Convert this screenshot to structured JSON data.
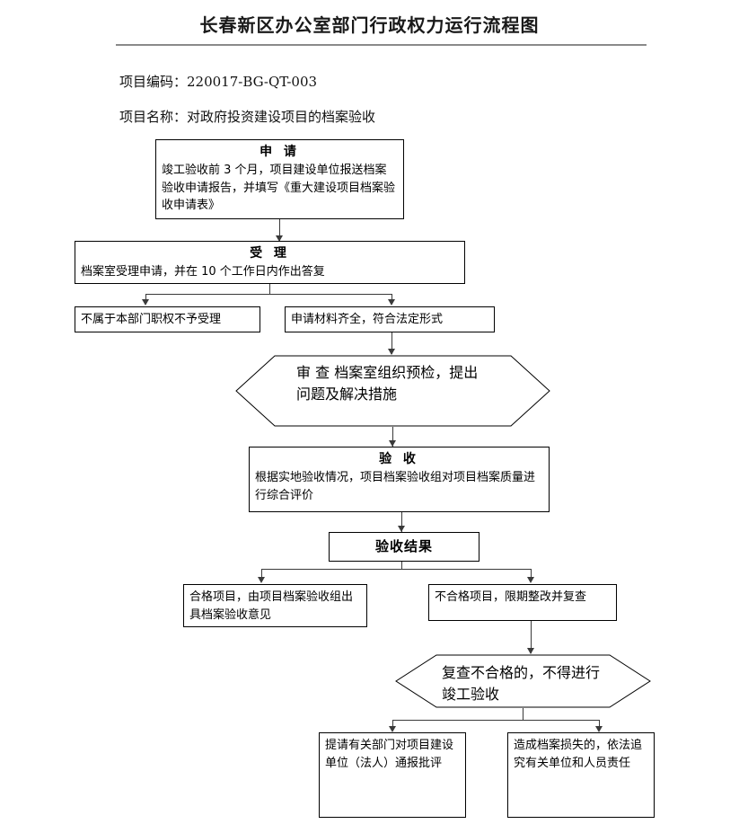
{
  "document": {
    "title": "长春新区办公室部门行政权力运行流程图",
    "project_code_line": "项目编码：220017-BG-QT-003",
    "project_name_line": "项目名称：对政府投资建设项目的档案验收"
  },
  "flow": {
    "apply": {
      "heading": "申 请",
      "body": "竣工验收前 3 个月，项目建设单位报送档案验收申请报告，并填写《重大建设项目档案验收申请表》"
    },
    "accept": {
      "heading": "受 理",
      "body": "档案室受理申请，并在 10 个工作日内作出答复"
    },
    "reject": {
      "body": "不属于本部门职权不予受理"
    },
    "qualified_materials": {
      "body": "申请材料齐全，符合法定形式"
    },
    "review": {
      "heading": "审 查",
      "body": "档案室组织预检，提出问题及解决措施"
    },
    "inspection": {
      "heading": "验 收",
      "body": "根据实地验收情况，项目档案验收组对项目档案质量进行综合评价"
    },
    "result": {
      "heading": "验收结果"
    },
    "pass_result": {
      "body": "合格项目，由项目档案验收组出具档案验收意见"
    },
    "fail_result": {
      "body": "不合格项目，限期整改并复查"
    },
    "recheck_fail": {
      "body": "复查不合格的，不得进行竣工验收"
    },
    "penalty_notice": {
      "body": "提请有关部门对项目建设单位（法人）通报批评"
    },
    "penalty_liability": {
      "body": "造成档案损失的，依法追究有关单位和人员责任"
    }
  },
  "colors": {
    "border": "#000000",
    "connector": "#3a3a3a",
    "rule": "#8a8a8a",
    "text": "#000000",
    "background": "#ffffff"
  }
}
